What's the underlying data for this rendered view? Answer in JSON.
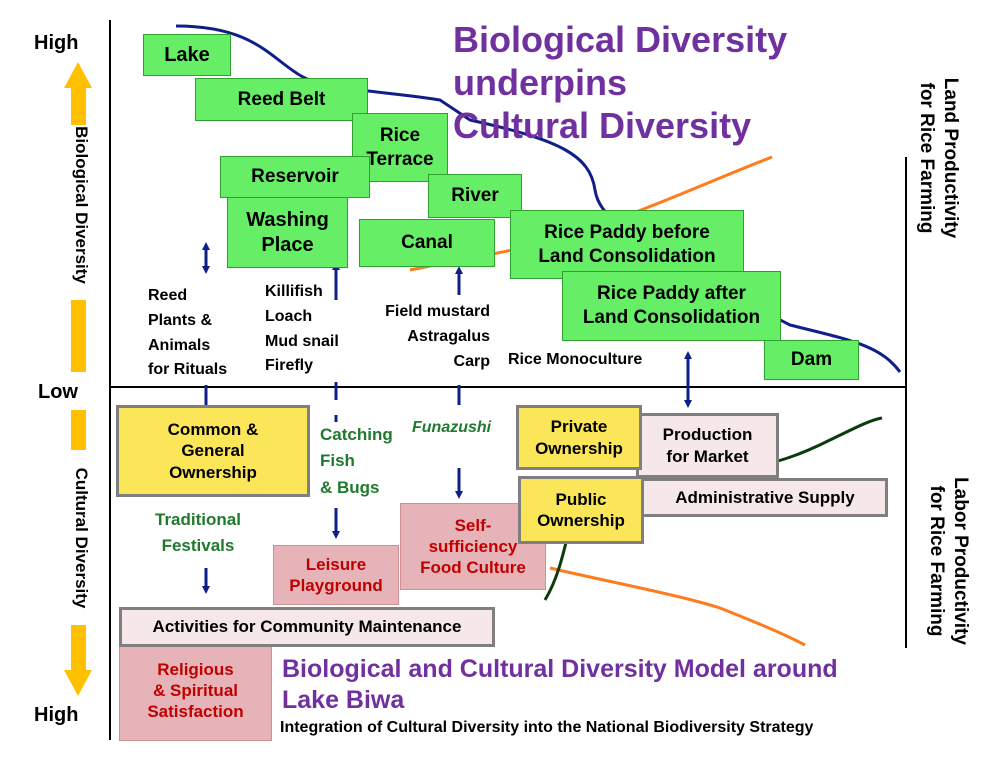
{
  "axis": {
    "high_top": "High",
    "low": "Low",
    "high_bottom": "High",
    "biological_diversity": "Biological Diversity",
    "cultural_diversity": "Cultural Diversity",
    "land_productivity_line1": "Land Productivity",
    "land_productivity_line2": "for Rice Farming",
    "labor_productivity_line1": "Labor Productivity",
    "labor_productivity_line2": "for Rice Farming"
  },
  "titles": {
    "main_line1": "Biological Diversity",
    "main_line2": "underpins",
    "main_line3": "Cultural Diversity",
    "model_line1": "Biological and Cultural Diversity Model around",
    "model_line2": "Lake Biwa",
    "subtitle": "Integration of Cultural Diversity into the National Biodiversity Strategy"
  },
  "habitats": {
    "lake": "Lake",
    "reed_belt": "Reed Belt",
    "rice_terrace": "Rice\nTerrace",
    "reservoir": "Reservoir",
    "river": "River",
    "washing_place": "Washing\nPlace",
    "canal": "Canal",
    "paddy_before": "Rice Paddy before\nLand Consolidation",
    "paddy_after": "Rice Paddy after\nLand Consolidation",
    "dam": "Dam"
  },
  "labels": {
    "reed_plants": "Reed\nPlants &\nAnimals\nfor Rituals",
    "killifish": "Killifish\nLoach\nMud snail\nFirefly",
    "field_mustard": "Field mustard\nAstragalus\nCarp",
    "rice_monoculture": "Rice Monoculture",
    "catching_fish": "Catching\nFish\n& Bugs",
    "funazushi": "Funazushi",
    "traditional_festivals": "Traditional\nFestivals"
  },
  "culture": {
    "common_ownership": "Common &\nGeneral\nOwnership",
    "private_ownership": "Private\nOwnership",
    "production_market": "Production\nfor Market",
    "public_ownership": "Public\nOwnership",
    "administrative_supply": "Administrative Supply",
    "leisure_playground": "Leisure\nPlayground",
    "self_sufficiency": "Self-\nsufficiency\nFood Culture",
    "community_maintenance": "Activities for Community Maintenance",
    "religious": "Religious\n& Spiritual\nSatisfaction"
  },
  "colors": {
    "habitat_green": "#66ee66",
    "title_purple": "#7030a0",
    "arrow_navy": "#0f1f8a",
    "axis_yellow": "#ffc000",
    "curve_orange": "#ff7b1c",
    "curve_darkgreen": "#0b3d0b",
    "label_green": "#1f7a2e",
    "label_red": "#c00000"
  }
}
